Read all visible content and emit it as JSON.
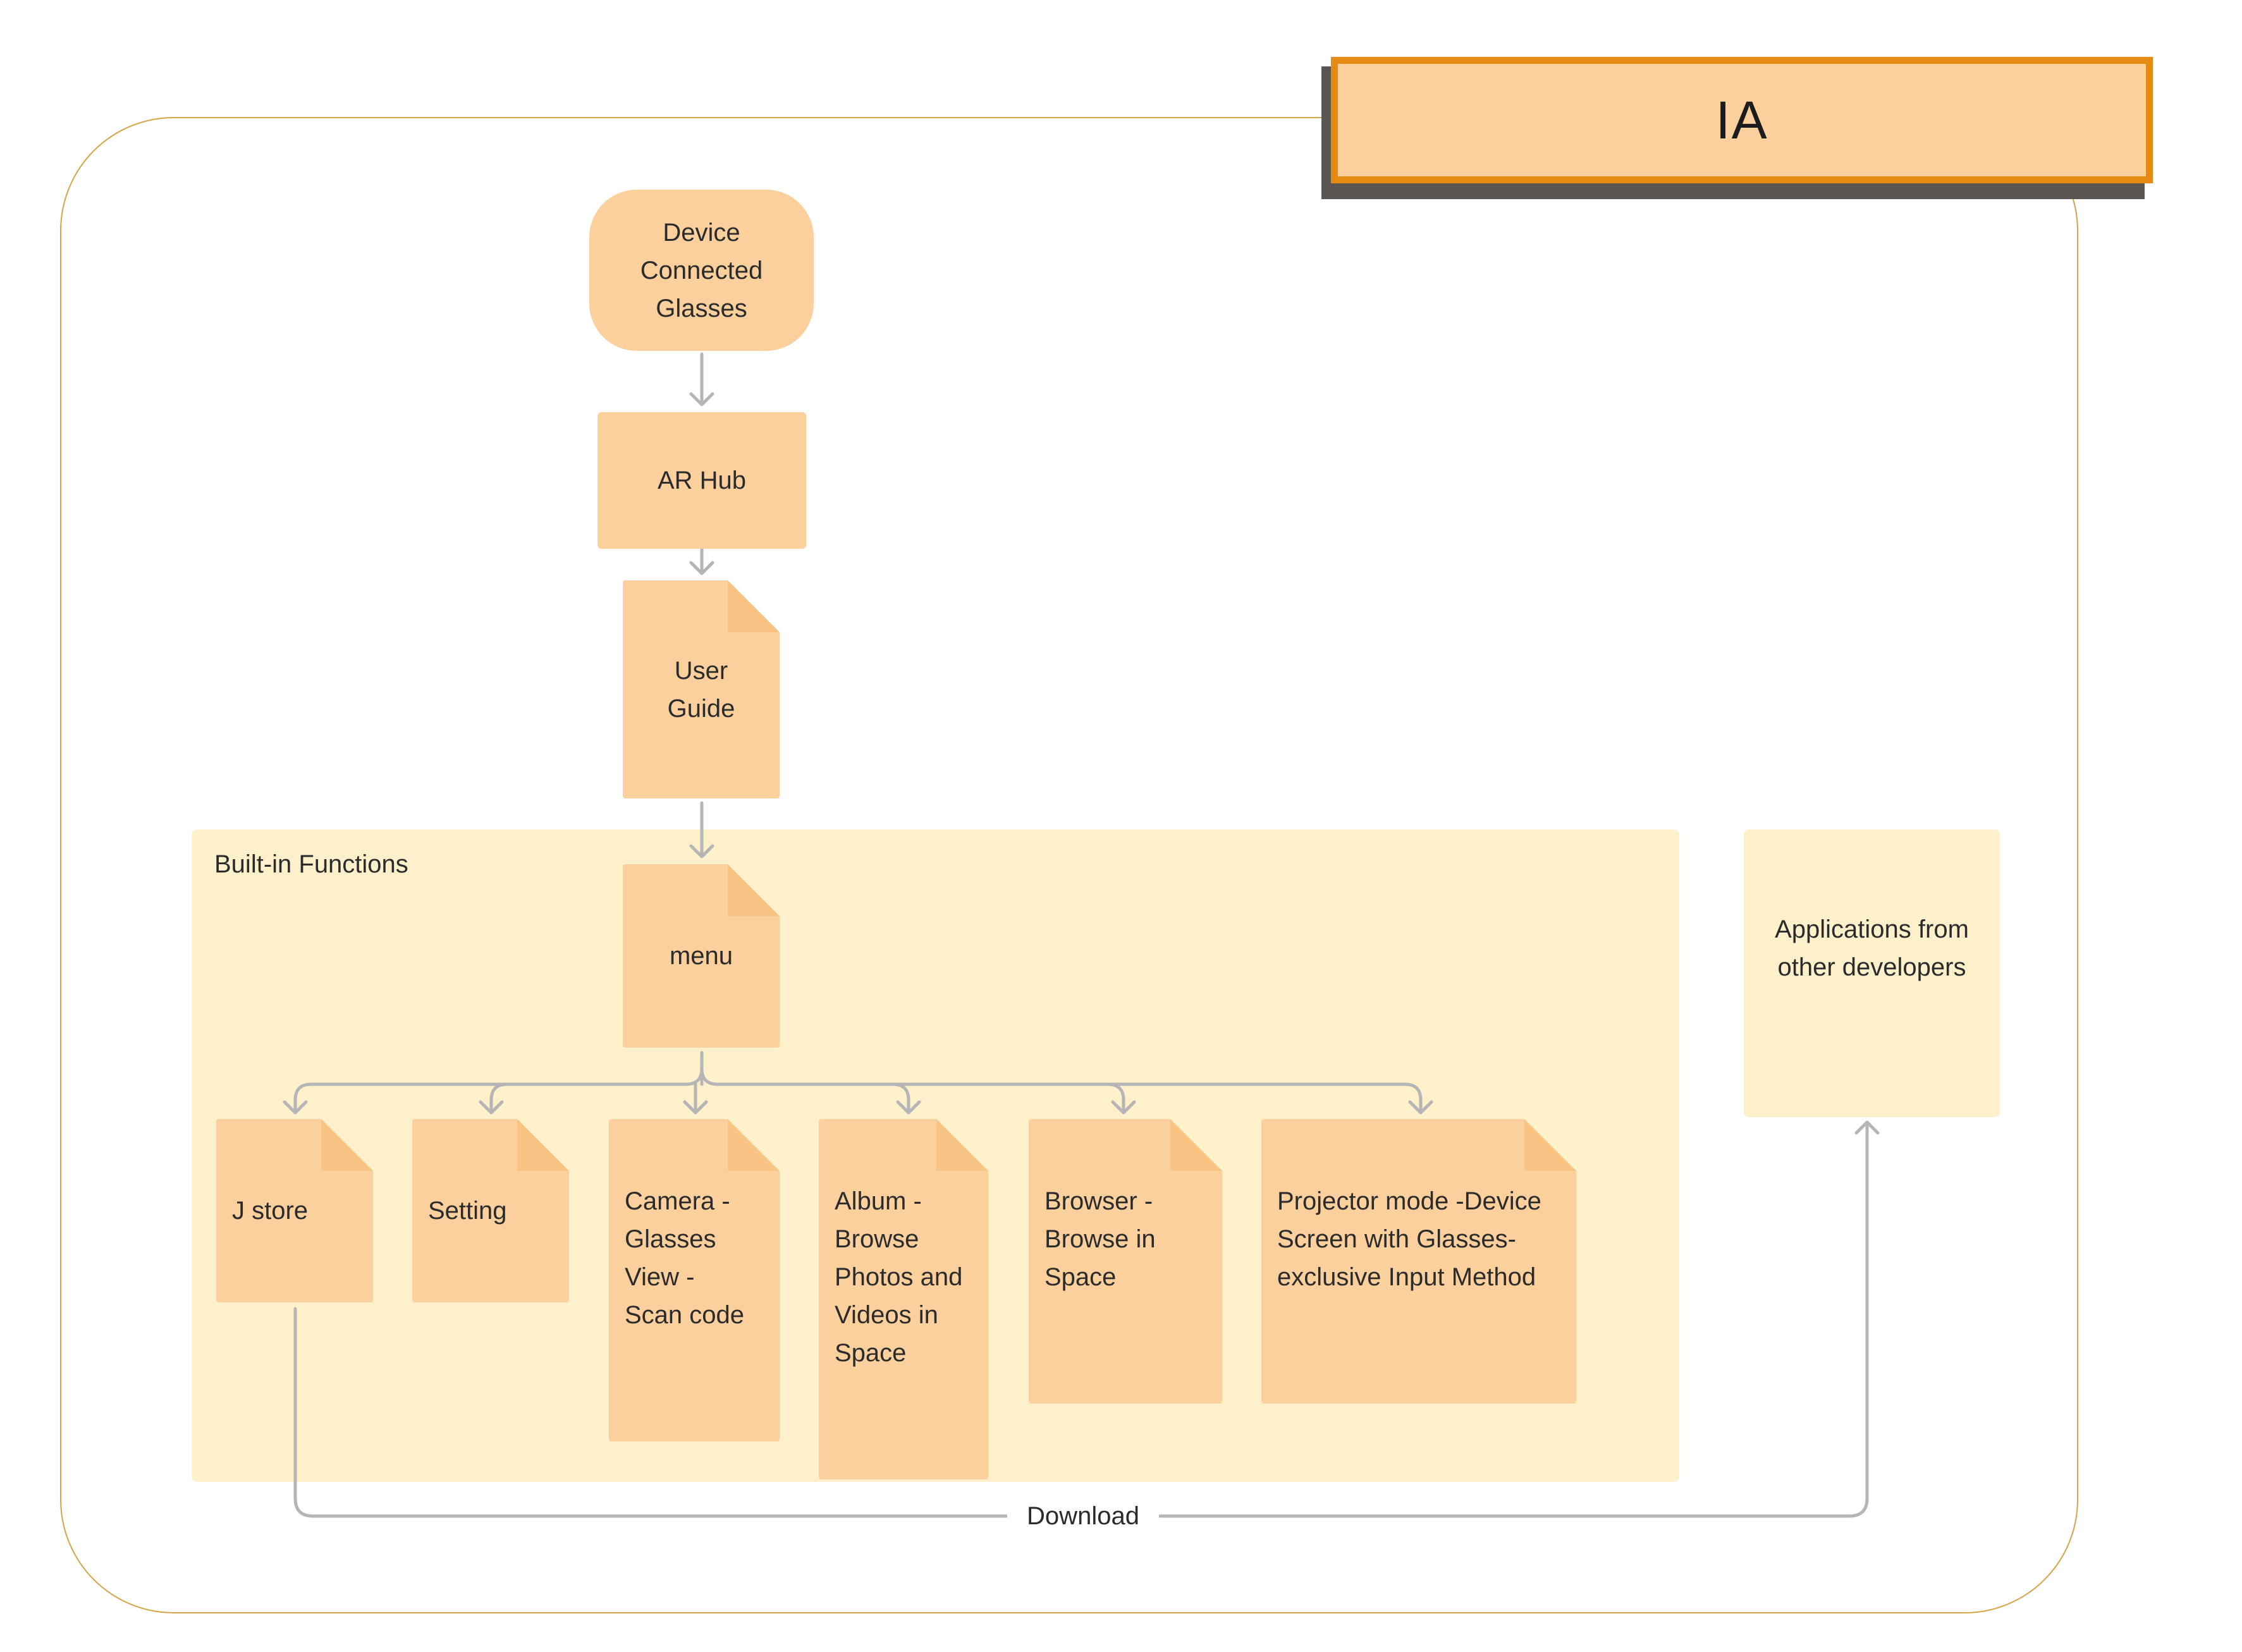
{
  "title": "IA",
  "start_node": {
    "label": "Device Connected Glasses"
  },
  "hub_node": {
    "label": "AR Hub"
  },
  "guide_node": {
    "label": "User Guide"
  },
  "group": {
    "label": "Built-in Functions",
    "menu": {
      "label": "menu"
    },
    "children": [
      {
        "label": "J store"
      },
      {
        "label": "Setting"
      },
      {
        "label": "Camera -Glasses View -Scan code"
      },
      {
        "label": "Album -Browse Photos and Videos in Space"
      },
      {
        "label": "Browser -Browse in Space"
      },
      {
        "label": "Projector mode -Device Screen with Glasses-exclusive Input Method"
      }
    ]
  },
  "external_node": {
    "label": "Applications from other developers"
  },
  "edge_label": "Download",
  "colors": {
    "node_fill": "#fbd09c",
    "group_fill": "#fff0cc",
    "accent": "#e58a13",
    "frame": "#d4a447",
    "connector": "#b5b5b5"
  }
}
